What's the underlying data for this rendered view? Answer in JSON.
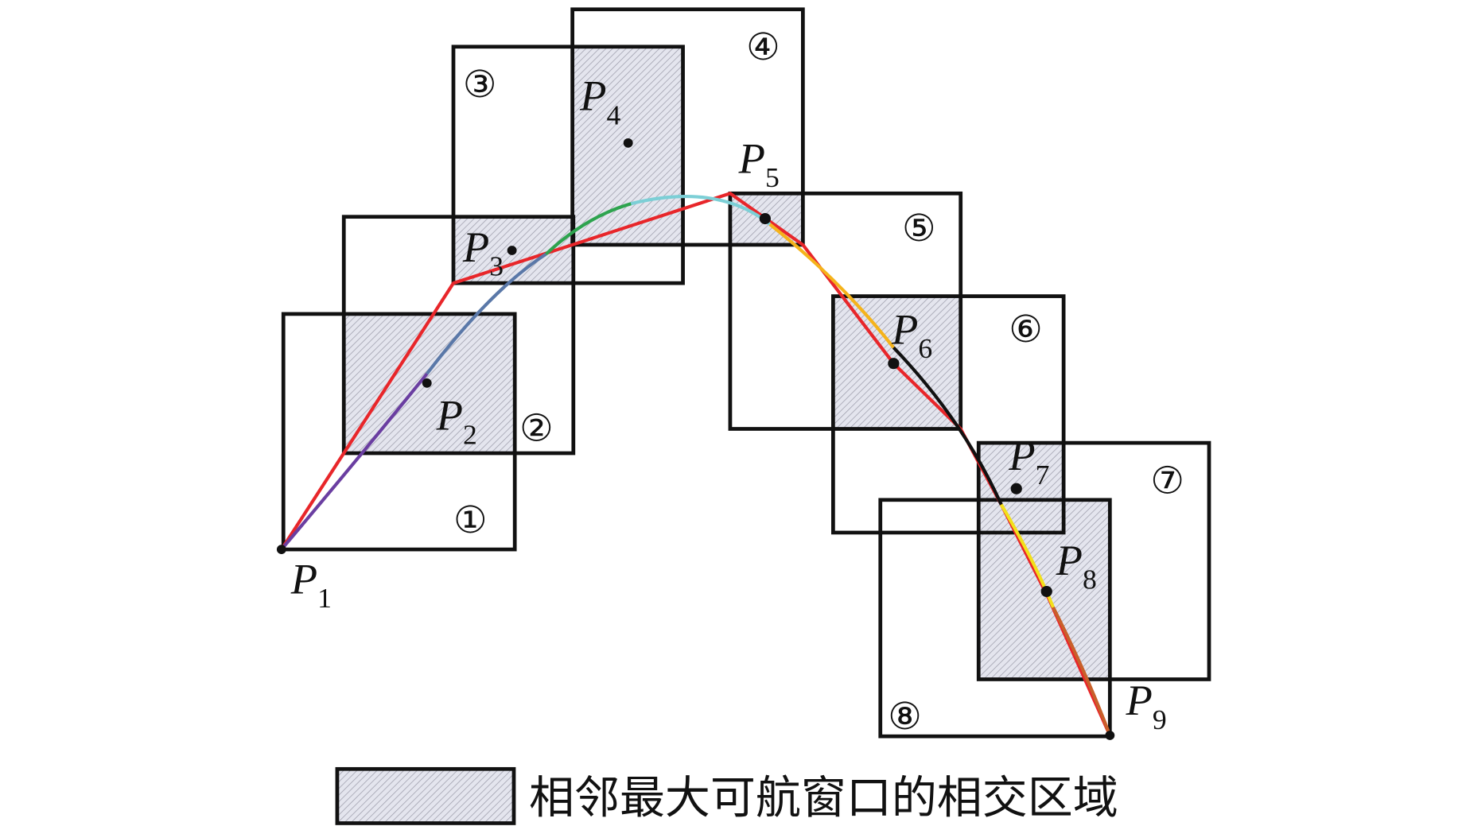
{
  "windows": [
    "①",
    "②",
    "③",
    "④",
    "⑤",
    "⑥",
    "⑦",
    "⑧"
  ],
  "points": [
    {
      "name": "P",
      "sub": "1"
    },
    {
      "name": "P",
      "sub": "2"
    },
    {
      "name": "P",
      "sub": "3"
    },
    {
      "name": "P",
      "sub": "4"
    },
    {
      "name": "P",
      "sub": "5"
    },
    {
      "name": "P",
      "sub": "6"
    },
    {
      "name": "P",
      "sub": "7"
    },
    {
      "name": "P",
      "sub": "8"
    },
    {
      "name": "P",
      "sub": "9"
    }
  ],
  "legend": {
    "label": "相邻最大可航窗口的相交区域"
  },
  "colors": {
    "polyline": "#e8262a",
    "curve": [
      "#6a3ea1",
      "#5a78a8",
      "#2ea44f",
      "#7ccfd6",
      "#f5b31b",
      "#111111",
      "#f2e01a",
      "#c8602a"
    ]
  }
}
